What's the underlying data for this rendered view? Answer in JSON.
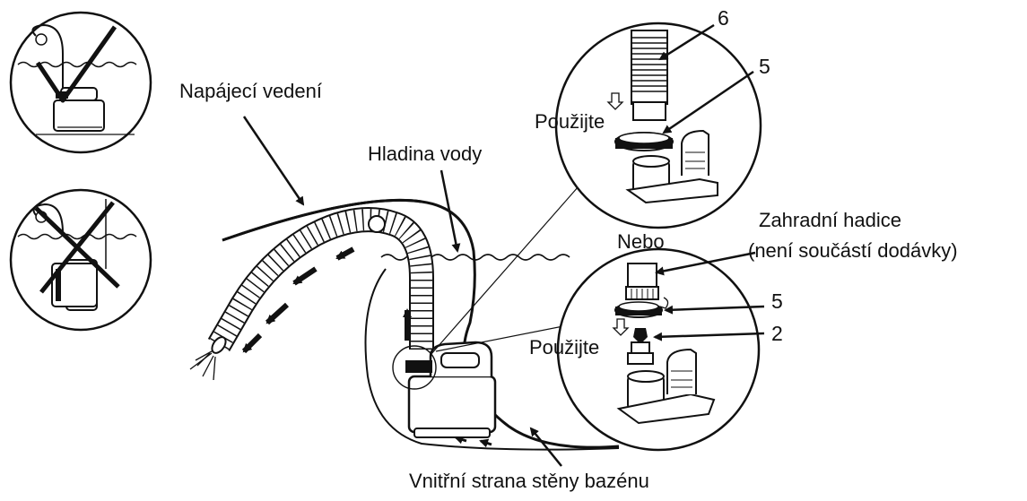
{
  "labels": {
    "power_cable": "Napájecí vedení",
    "water_level": "Hladina vody",
    "use_top": "Použijte",
    "or": "Nebo",
    "garden_hose_line1": "Zahradní hadice",
    "garden_hose_line2": "(není součástí dodávky)",
    "use_bottom": "Použijte",
    "pool_wall": "Vnitřní strana stěny bazénu"
  },
  "callouts": {
    "hose": "6",
    "adapter_top": "5",
    "adapter_bottom": "5",
    "connector": "2"
  },
  "icons": {
    "correct": "check-mark-icon",
    "incorrect": "cross-mark-icon"
  }
}
